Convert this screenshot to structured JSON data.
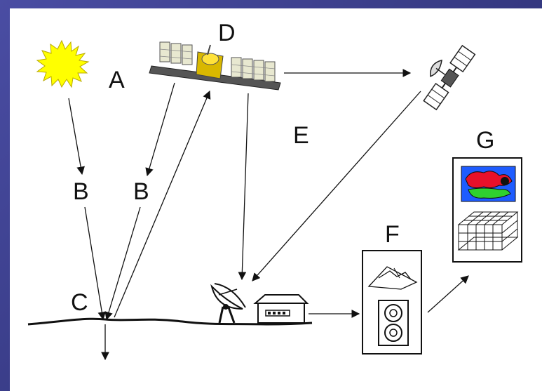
{
  "labels": {
    "a": "A",
    "b_left": "B",
    "b_right": "B",
    "c": "C",
    "d": "D",
    "e": "E",
    "f": "F",
    "g": "G"
  },
  "colors": {
    "background": "#3c3f8f",
    "sun": "#ffff00",
    "panel": "#ffffff",
    "map_water": "#1e5cff",
    "map_land_red": "#e8102a",
    "map_land_green": "#2fd12f"
  },
  "icons": [
    "sun-icon",
    "satellite-icon",
    "relay-satellite-icon",
    "dish-antenna-icon",
    "ground-station-icon",
    "tape-reels-icon",
    "terrain-icon",
    "map-icon",
    "grid-icon"
  ]
}
